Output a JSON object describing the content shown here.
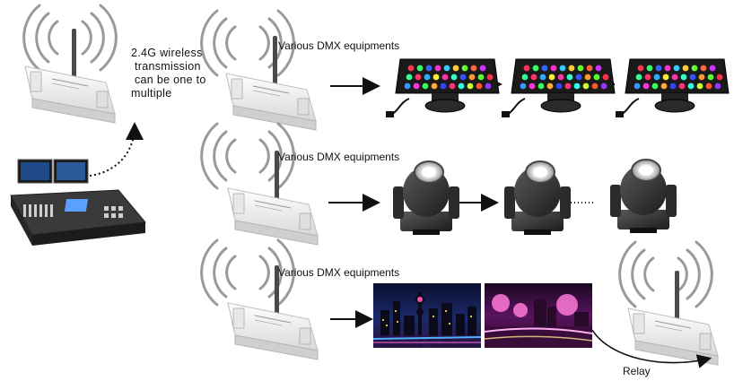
{
  "wireless_note": {
    "line1": "2.4G wireless",
    "line2": "transmission",
    "line3": "can be one to",
    "line4": "multiple"
  },
  "rows": [
    {
      "label": "Various DMX equipments",
      "device": "led-wall-washer"
    },
    {
      "label": "Various DMX equipments",
      "device": "moving-head-light"
    },
    {
      "label": "Various DMX equipments",
      "device": "led-display-screen"
    }
  ],
  "relay_label": "Relay",
  "colors": {
    "signal_wave": "#9a9a9a",
    "arrow": "#111111",
    "device_body": "#f2f2f2",
    "fixture_dark": "#2b2b2b"
  }
}
